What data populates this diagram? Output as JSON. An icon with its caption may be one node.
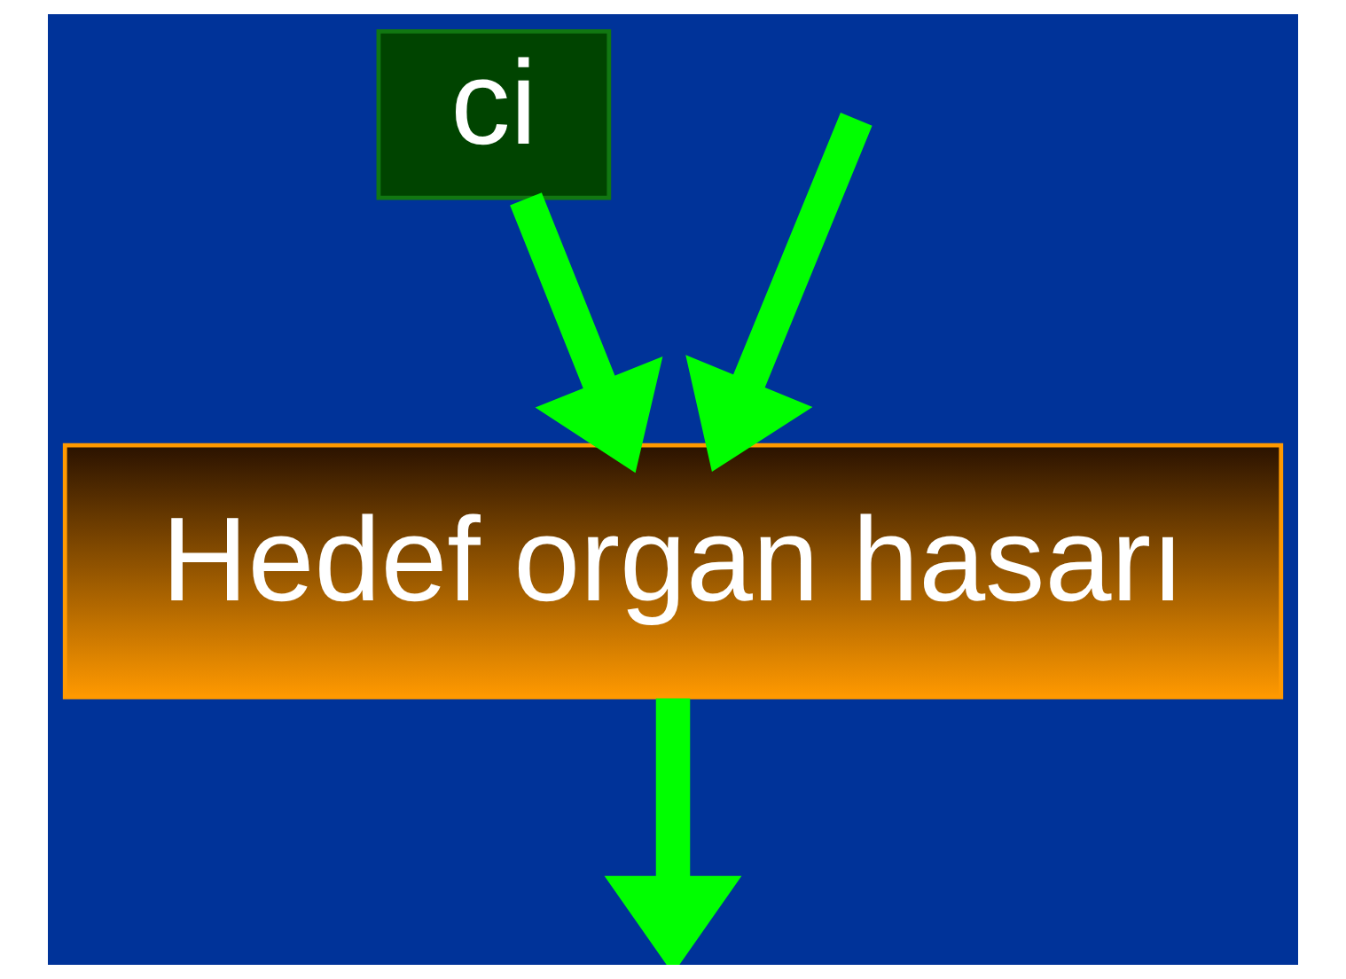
{
  "diagram": {
    "nodes": [
      {
        "text": [
          "ci"
        ]
      },
      {
        "text": [
          "Hedef organ hasarı"
        ]
      }
    ],
    "edges": [
      {
        "from": 0,
        "to": 1,
        "arrow": "to"
      },
      {
        "from": null,
        "to": 1,
        "arrow": "to"
      },
      {
        "from": 1,
        "to": null,
        "arrow": "to"
      }
    ]
  }
}
